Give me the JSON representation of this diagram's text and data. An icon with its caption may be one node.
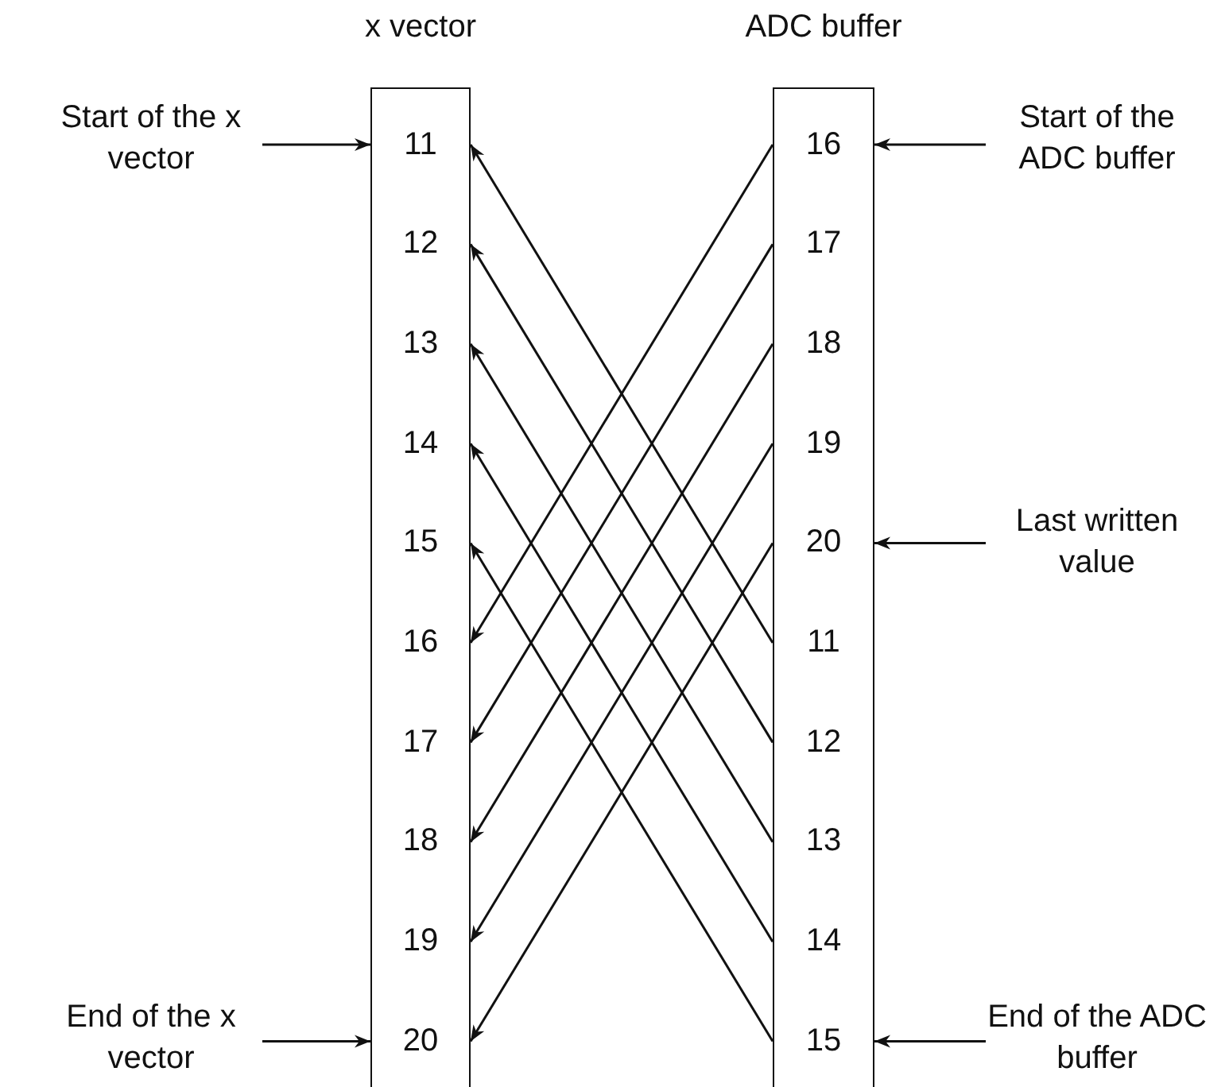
{
  "diagram": {
    "nodes": [
      {
        "text": [
          "x vector"
        ]
      },
      {
        "text": [
          "11"
        ],
        "in": 0
      },
      {
        "text": [
          "12"
        ],
        "in": 0
      },
      {
        "text": [
          "13"
        ],
        "in": 0
      },
      {
        "text": [
          "14"
        ],
        "in": 0
      },
      {
        "text": [
          "15"
        ],
        "in": 0
      },
      {
        "text": [
          "16"
        ],
        "in": 0
      },
      {
        "text": [
          "17"
        ],
        "in": 0
      },
      {
        "text": [
          "18"
        ],
        "in": 0
      },
      {
        "text": [
          "19"
        ],
        "in": 0
      },
      {
        "text": [
          "20"
        ],
        "in": 0
      },
      {
        "text": [
          "ADC buffer"
        ]
      },
      {
        "text": [
          "16"
        ],
        "in": 11
      },
      {
        "text": [
          "17"
        ],
        "in": 11
      },
      {
        "text": [
          "18"
        ],
        "in": 11
      },
      {
        "text": [
          "19"
        ],
        "in": 11
      },
      {
        "text": [
          "20"
        ],
        "in": 11
      },
      {
        "text": [
          "11"
        ],
        "in": 11
      },
      {
        "text": [
          "12"
        ],
        "in": 11
      },
      {
        "text": [
          "13"
        ],
        "in": 11
      },
      {
        "text": [
          "14"
        ],
        "in": 11
      },
      {
        "text": [
          "15"
        ],
        "in": 11
      },
      {
        "text": [
          "Start of the x vector"
        ]
      },
      {
        "text": [
          "End of the x vector"
        ]
      },
      {
        "text": [
          "Start of the ADC buffer"
        ]
      },
      {
        "text": [
          "Last written value"
        ]
      },
      {
        "text": [
          "End of the ADC buffer"
        ]
      }
    ],
    "edges": [
      {
        "from": 22,
        "to": 1,
        "arrow": "to"
      },
      {
        "from": 23,
        "to": 10,
        "arrow": "to"
      },
      {
        "from": 24,
        "to": 12,
        "arrow": "to"
      },
      {
        "from": 25,
        "to": 16,
        "arrow": "to"
      },
      {
        "from": 26,
        "to": 21,
        "arrow": "to"
      },
      {
        "from": 12,
        "to": 6,
        "arrow": "to"
      },
      {
        "from": 13,
        "to": 7,
        "arrow": "to"
      },
      {
        "from": 14,
        "to": 8,
        "arrow": "to"
      },
      {
        "from": 15,
        "to": 9,
        "arrow": "to"
      },
      {
        "from": 16,
        "to": 10,
        "arrow": "to"
      },
      {
        "from": 17,
        "to": 1,
        "arrow": "to"
      },
      {
        "from": 18,
        "to": 2,
        "arrow": "to"
      },
      {
        "from": 19,
        "to": 3,
        "arrow": "to"
      },
      {
        "from": 20,
        "to": 4,
        "arrow": "to"
      },
      {
        "from": 21,
        "to": 5,
        "arrow": "to"
      }
    ]
  }
}
